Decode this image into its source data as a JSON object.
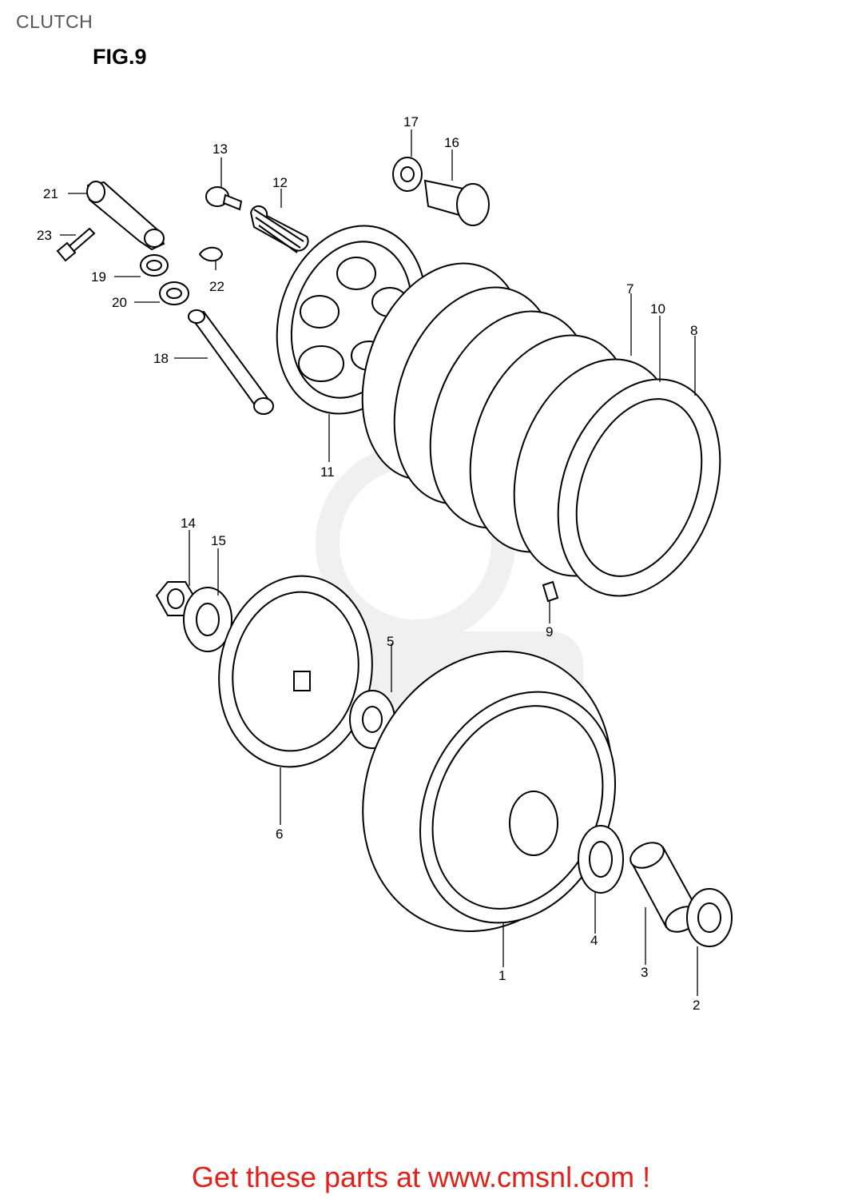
{
  "header": {
    "section": "CLUTCH",
    "figure": "FIG.9"
  },
  "footer": {
    "text": "Get these parts at www.cmsnl.com !"
  },
  "colors": {
    "line": "#000000",
    "footer": "#e0201b",
    "title": "#555555",
    "watermark": "#888888"
  },
  "callouts": [
    {
      "num": "1"
    },
    {
      "num": "2"
    },
    {
      "num": "3"
    },
    {
      "num": "4"
    },
    {
      "num": "5"
    },
    {
      "num": "6"
    },
    {
      "num": "7"
    },
    {
      "num": "8"
    },
    {
      "num": "9"
    },
    {
      "num": "10"
    },
    {
      "num": "11"
    },
    {
      "num": "12"
    },
    {
      "num": "13"
    },
    {
      "num": "14"
    },
    {
      "num": "15"
    },
    {
      "num": "16"
    },
    {
      "num": "17"
    },
    {
      "num": "18"
    },
    {
      "num": "19"
    },
    {
      "num": "20"
    },
    {
      "num": "21"
    },
    {
      "num": "22"
    },
    {
      "num": "23"
    }
  ]
}
